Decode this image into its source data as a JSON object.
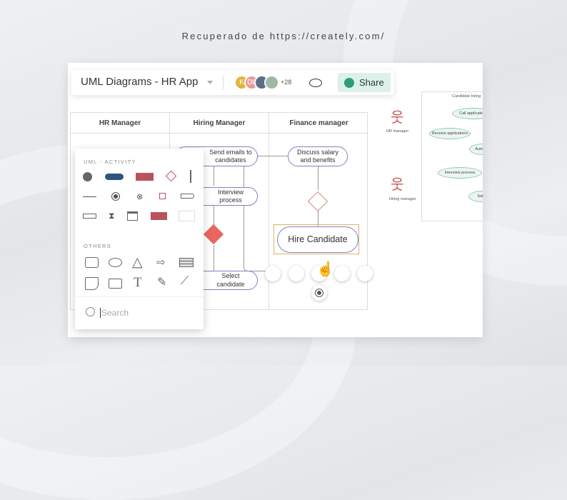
{
  "caption": "Recuperado de https://creately.com/",
  "header": {
    "title": "UML Diagrams - HR App",
    "avatars": [
      "K",
      "DL"
    ],
    "more_count": "+28",
    "share_label": "Share"
  },
  "lanes": [
    "HR Manager",
    "Hiring Manager",
    "Finance manager"
  ],
  "nodes": {
    "send_emails": "Send emails to candidates",
    "interview": "Interview process",
    "select": "Select candidate",
    "discuss": "Discuss salary and benefits",
    "hire": "Hire Candidate"
  },
  "usecase": {
    "title": "Candidate hiring",
    "actors": [
      "HR manager",
      "Hiring manager"
    ],
    "cases": [
      "Call applications",
      "Receive applications",
      "Automate",
      "Interview process",
      "Salary"
    ]
  },
  "panel": {
    "section1": "UML - ACTIVITY",
    "section2": "OTHERS",
    "search_placeholder": "Search"
  },
  "colors": {
    "accent_red": "#b9525c",
    "dark_blue": "#2e5480",
    "decision": "#e8665e",
    "share_bg": "#dcf1ea",
    "share_icon": "#2f9e73"
  }
}
